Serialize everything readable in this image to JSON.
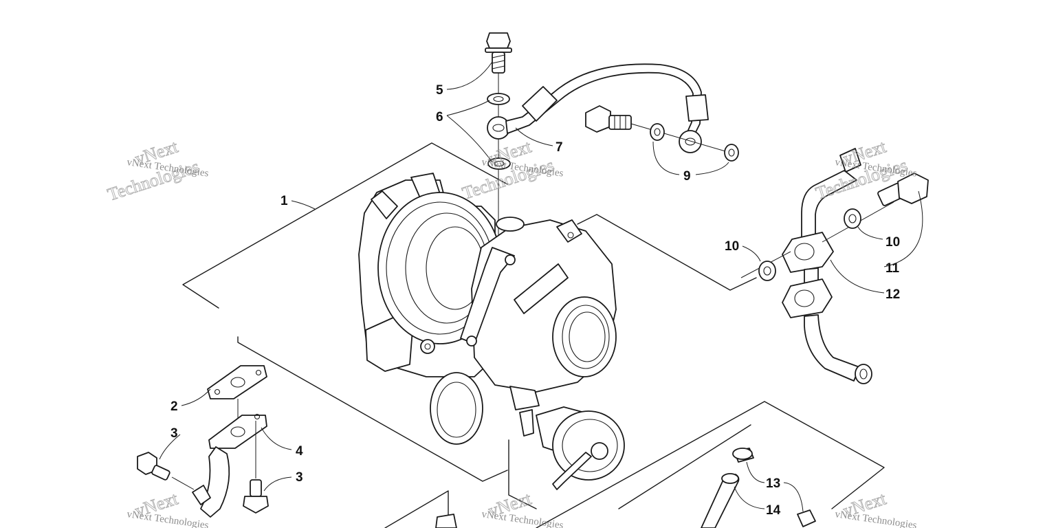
{
  "diagram": {
    "callouts": [
      "1",
      "2",
      "3",
      "3",
      "4",
      "5",
      "6",
      "7",
      "9",
      "10",
      "10",
      "11",
      "12",
      "13",
      "14"
    ],
    "watermark": {
      "line": "vNext Technologies",
      "word_a": "vNext",
      "word_b": "Technologies"
    }
  }
}
